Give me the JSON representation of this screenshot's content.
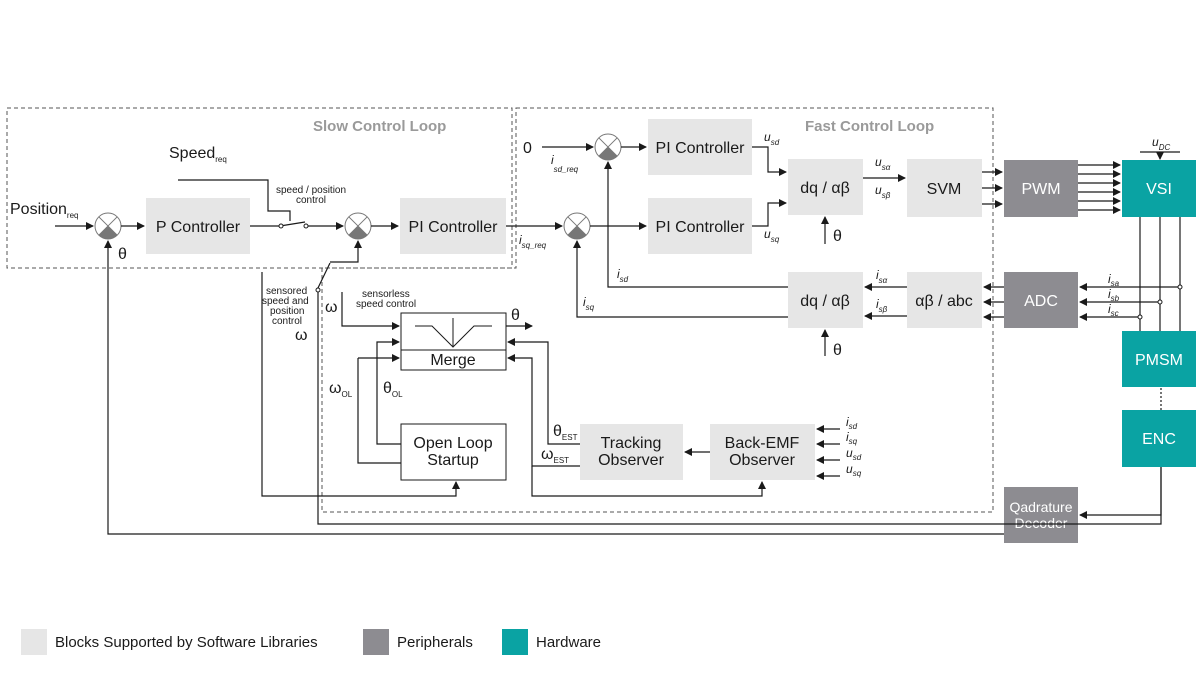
{
  "loops": {
    "slow": "Slow Control Loop",
    "fast": "Fast Control Loop"
  },
  "blocks": {
    "p_controller": "P Controller",
    "pi_speed": "PI Controller",
    "pi_d": "PI Controller",
    "pi_q": "PI Controller",
    "dq_ab_top": "dq / αβ",
    "dq_ab_bottom": "dq / αβ",
    "svm": "SVM",
    "ab_abc": "αβ / abc",
    "pwm": "PWM",
    "adc": "ADC",
    "vsi": "VSI",
    "pmsm": "PMSM",
    "enc": "ENC",
    "qdec_line1": "Qadrature",
    "qdec_line2": "Decoder",
    "merge": "Merge",
    "open_loop_line1": "Open Loop",
    "open_loop_line2": "Startup",
    "tracking_line1": "Tracking",
    "tracking_line2": "Observer",
    "bemf_line1": "Back-EMF",
    "bemf_line2": "Observer"
  },
  "signals": {
    "position": "Position",
    "position_sub": "req",
    "speed": "Speed",
    "speed_sub": "req",
    "zero": "0",
    "theta": "θ",
    "omega": "ω",
    "isd_req": "i",
    "isd_req_sub": "sd_req",
    "isq_req": "i",
    "isq_req_sub": "sq_req",
    "usd": "u",
    "usd_sub": "sd",
    "usq": "u",
    "usq_sub": "sq",
    "usalpha": "u",
    "usalpha_sub": "sα",
    "usbeta": "u",
    "usbeta_sub": "sβ",
    "isalpha": "i",
    "isalpha_sub": "sα",
    "isbeta": "i",
    "isbeta_sub": "sβ",
    "isd": "i",
    "isd_sub": "sd",
    "isq": "i",
    "isq_sub": "sq",
    "isa": "i",
    "isa_sub": "sa",
    "isb": "i",
    "isb_sub": "sb",
    "isc": "i",
    "isc_sub": "sc",
    "udc": "u",
    "udc_sub": "DC",
    "theta_ol": "θ",
    "theta_ol_sub": "OL",
    "omega_ol": "ω",
    "omega_ol_sub": "OL",
    "theta_est": "θ",
    "theta_est_sub": "EST",
    "omega_est": "ω",
    "omega_est_sub": "EST"
  },
  "annotations": {
    "speed_position_1": "speed / position",
    "speed_position_2": "control",
    "sensored_1": "sensored",
    "sensored_2": "speed and",
    "sensored_3": "position",
    "sensored_4": "control",
    "sensorless_1": "sensorless",
    "sensorless_2": "speed control"
  },
  "legend": {
    "software": "Blocks Supported by Software Libraries",
    "peripherals": "Peripherals",
    "hardware": "Hardware"
  },
  "colors": {
    "software": "#e6e6e6",
    "peripherals": "#8d8c91",
    "hardware": "#0aa3a3",
    "loop_title": "#9a9a9a"
  }
}
